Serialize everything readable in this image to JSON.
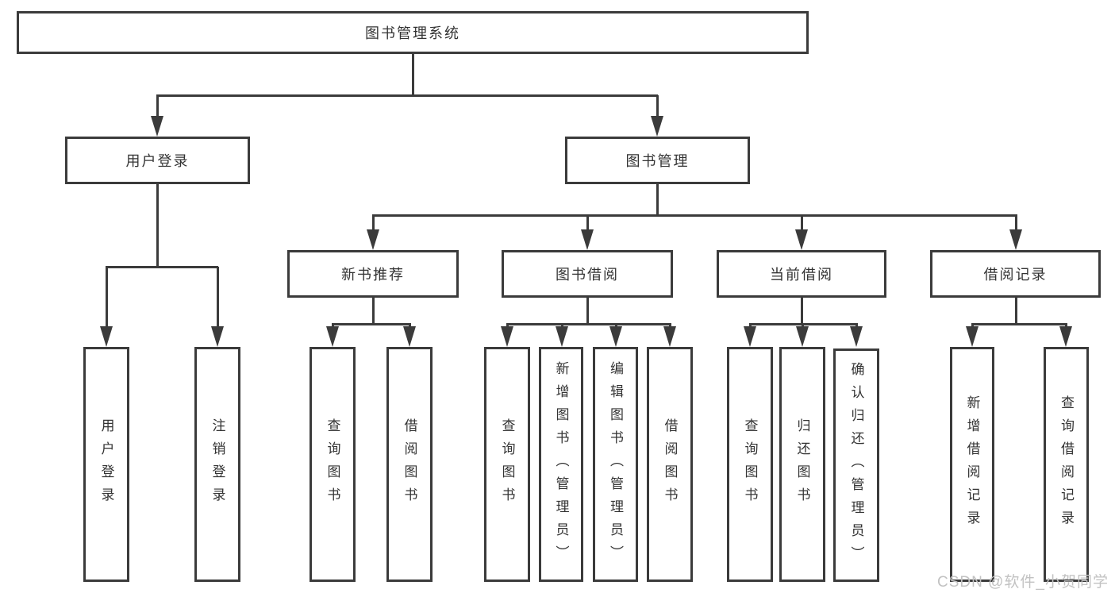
{
  "nodes": {
    "root": "图书管理系统",
    "userLogin": "用户登录",
    "bookManagement": "图书管理",
    "newBookRecommend": "新书推荐",
    "bookBorrow": "图书借阅",
    "currentBorrow": "当前借阅",
    "borrowRecord": "借阅记录"
  },
  "leaves": {
    "userLogin": "用户登录",
    "logout": "注销登录",
    "queryBook1": "查询图书",
    "borrowBook1": "借阅图书",
    "queryBook2": "查询图书",
    "addBookAdmin": "新增图书（管理员）",
    "editBookAdmin": "编辑图书（管理员）",
    "borrowBook2": "借阅图书",
    "queryBook3": "查询图书",
    "returnBook": "归还图书",
    "confirmReturnAdmin": "确认归还（管理员）",
    "addBorrowRecord": "新增借阅记录",
    "queryBorrowRecord": "查询借阅记录"
  },
  "hierarchy": {
    "图书管理系统": {
      "用户登录": [
        "用户登录",
        "注销登录"
      ],
      "图书管理": {
        "新书推荐": [
          "查询图书",
          "借阅图书"
        ],
        "图书借阅": [
          "查询图书",
          "新增图书（管理员）",
          "编辑图书（管理员）",
          "借阅图书"
        ],
        "当前借阅": [
          "查询图书",
          "归还图书",
          "确认归还（管理员）"
        ],
        "借阅记录": [
          "新增借阅记录",
          "查询借阅记录"
        ]
      }
    }
  },
  "watermark": "CSDN @软件_小贺同学",
  "colors": {
    "line": "#3b3b3b",
    "text": "#333333",
    "box_background": "#ffffff",
    "watermark": "#c2c2c2"
  }
}
